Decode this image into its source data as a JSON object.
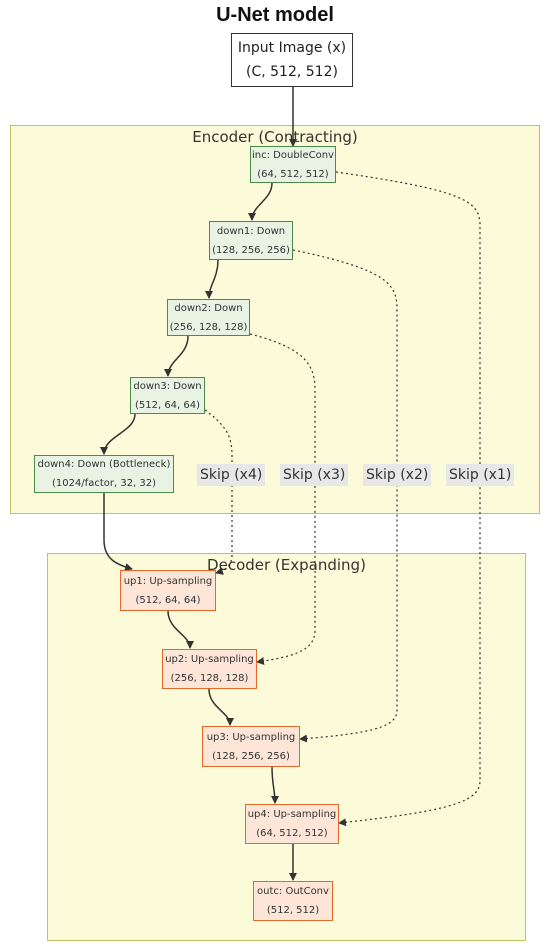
{
  "title": "U-Net model",
  "groups": {
    "encoder": "Encoder (Contracting)",
    "decoder": "Decoder (Expanding)"
  },
  "nodes": {
    "input": {
      "line1": "Input Image (x)",
      "line2": "(C, 512, 512)"
    },
    "inc": {
      "line1": "inc: DoubleConv",
      "line2": "(64, 512, 512)"
    },
    "down1": {
      "line1": "down1: Down",
      "line2": "(128, 256, 256)"
    },
    "down2": {
      "line1": "down2: Down",
      "line2": "(256, 128, 128)"
    },
    "down3": {
      "line1": "down3: Down",
      "line2": "(512, 64, 64)"
    },
    "down4": {
      "line1": "down4: Down (Bottleneck)",
      "line2": "(1024/factor, 32, 32)"
    },
    "up1": {
      "line1": "up1: Up-sampling",
      "line2": "(512, 64, 64)"
    },
    "up2": {
      "line1": "up2: Up-sampling",
      "line2": "(256, 128, 128)"
    },
    "up3": {
      "line1": "up3: Up-sampling",
      "line2": "(128, 256, 256)"
    },
    "up4": {
      "line1": "up4: Up-sampling",
      "line2": "(64, 512, 512)"
    },
    "outc": {
      "line1": "outc: OutConv",
      "line2": "(512, 512)"
    }
  },
  "skips": {
    "x4": "Skip (x4)",
    "x3": "Skip (x3)",
    "x2": "Skip (x2)",
    "x1": "Skip (x1)"
  },
  "colors": {
    "encoder_fill": "#e8f3e4",
    "encoder_stroke": "#4f8a45",
    "decoder_fill": "#fde6d8",
    "decoder_stroke": "#e3692a",
    "group_fill": "#fbfbd9",
    "group_stroke": "#c2c35a"
  }
}
